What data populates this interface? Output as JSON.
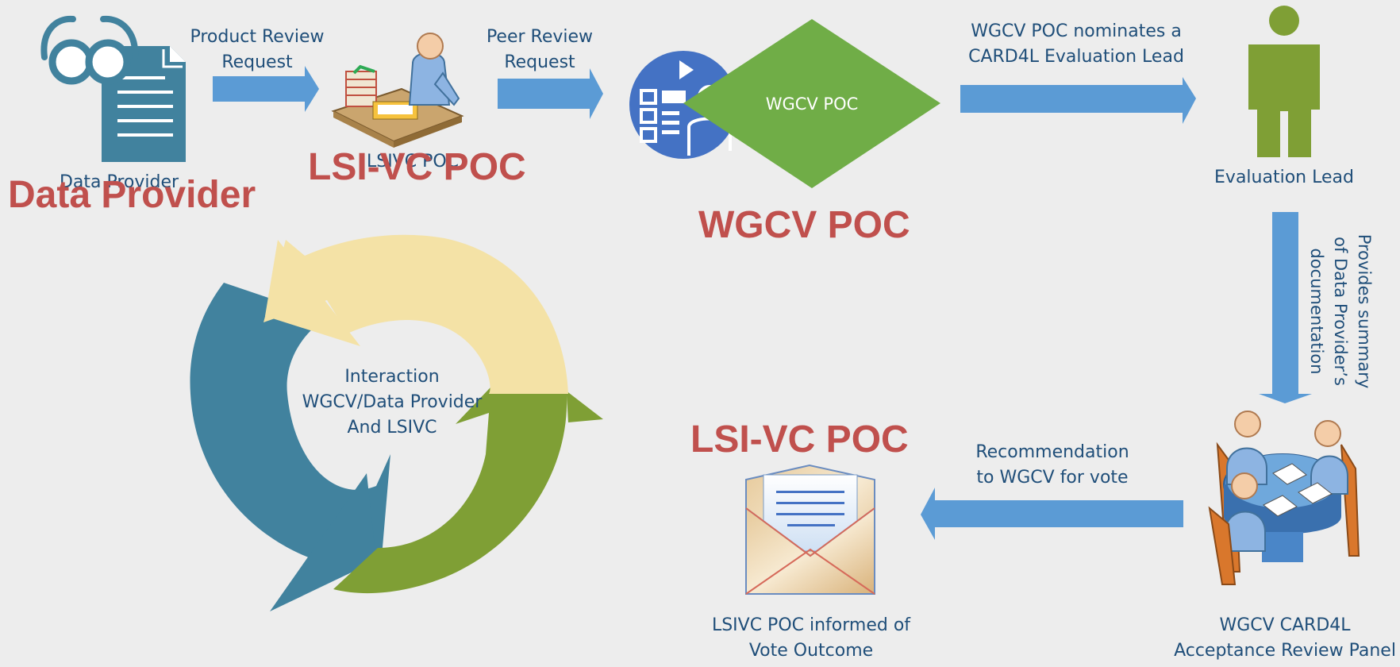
{
  "colors": {
    "background": "#ededed",
    "arrow_blue": "#5b9bd5",
    "steel_blue": "#41829e",
    "olive_green": "#7f9f35",
    "diamond_green": "#70ad47",
    "cream": "#f4e2a6",
    "red_label": "#c0504d",
    "text_navy": "#1f4e79"
  },
  "nodes": {
    "data_provider": {
      "caption": "Data Provider",
      "big_label": "Data Provider",
      "icon": "document-glasses-icon"
    },
    "lsivc_poc": {
      "caption": "LSIVC POC",
      "big_label": "LSI-VC POC",
      "icon": "reviewer-at-desk-icon"
    },
    "wgcv_poc": {
      "diamond_text": "WGCV POC",
      "big_label": "WGCV POC",
      "icon": "presentation-person-circle-icon"
    },
    "evaluation_lead": {
      "caption": "Evaluation Lead",
      "icon": "person-figure-icon"
    },
    "review_panel": {
      "caption_line1": "WGCV CARD4L",
      "caption_line2": "Acceptance Review Panel",
      "icon": "meeting-table-icon"
    },
    "lsivc_outcome": {
      "big_label": "LSI-VC POC",
      "caption_line1": "LSIVC POC informed of",
      "caption_line2": "Vote Outcome",
      "icon": "open-envelope-icon"
    }
  },
  "edges": {
    "product_review": {
      "line1": "Product Review",
      "line2": "Request"
    },
    "peer_review": {
      "line1": "Peer Review",
      "line2": "Request"
    },
    "nominates": {
      "line1": "WGCV POC nominates a",
      "line2": "CARD4L Evaluation Lead"
    },
    "summary": {
      "line1": "Provides summary",
      "line2": "of Data Provider’s",
      "line3": "documentation"
    },
    "recommendation": {
      "line1": "Recommendation",
      "line2": "to WGCV for vote"
    }
  },
  "cycle": {
    "line1": "Interaction",
    "line2": "WGCV/Data Provider",
    "line3": "And LSIVC",
    "icon": "circular-arrows-icon"
  }
}
